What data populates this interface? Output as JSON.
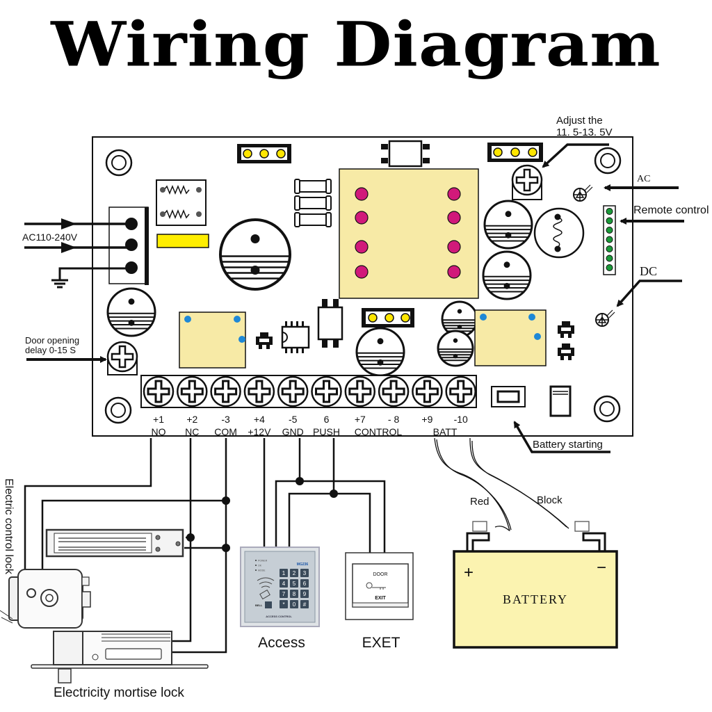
{
  "title": "Wiring Diagram",
  "annotations": {
    "adjust_line1": "Adjust the",
    "adjust_line2": "11. 5-13. 5V",
    "ac": "AC",
    "remote_control": "Remote control",
    "dc": "DC",
    "ac_input": "AC110-240V",
    "door_delay_line1": "Door opening",
    "door_delay_line2": "delay 0-15 S",
    "battery_starting": "Battery starting"
  },
  "terminals": [
    {
      "number": "+1",
      "name": "NO"
    },
    {
      "number": "+2",
      "name": "NC"
    },
    {
      "number": "-3",
      "name": "COM"
    },
    {
      "number": "+4",
      "name": "+12V"
    },
    {
      "number": "-5",
      "name": "GND"
    },
    {
      "number": "6",
      "name": "PUSH"
    },
    {
      "number": "+7",
      "name": ""
    },
    {
      "number": "- 8",
      "name": ""
    },
    {
      "number": "+9",
      "name": ""
    },
    {
      "number": "-10",
      "name": ""
    }
  ],
  "terminal_group_labels": {
    "control": "CONTROL",
    "batt": "BATT"
  },
  "devices": {
    "electric_control_lock": "Electric control lock",
    "mortise_lock": "Electricity mortise lock",
    "access": "Access",
    "exit_button": "EXET",
    "exit_button_face_top": "DOOR",
    "exit_button_face_bottom": "EXIT",
    "keypad_model": "MG236",
    "keypad_footer": "ACCESS CONTROL",
    "keypad_bell": "BELL",
    "keypad_leds": [
      "POWER",
      "OK",
      "MODE"
    ],
    "keypad_keys": [
      "1",
      "2",
      "3",
      "4",
      "5",
      "6",
      "7",
      "8",
      "9",
      "*",
      "0",
      "#"
    ]
  },
  "battery": {
    "label": "BATTERY",
    "plus": "+",
    "minus": "−",
    "wire_red": "Red",
    "wire_black": "Block"
  },
  "colors": {
    "board_yellow": "#f7eaa6",
    "relay_pin": "#d1197a",
    "jumper_pin": "#ffe600",
    "relay_dot": "#1e88d6",
    "remote_pin": "#1b9a3a",
    "fuse_yellow": "#ffee00",
    "battery_fill": "#fbf3b0",
    "keypad_body": "#cfd6dc"
  }
}
